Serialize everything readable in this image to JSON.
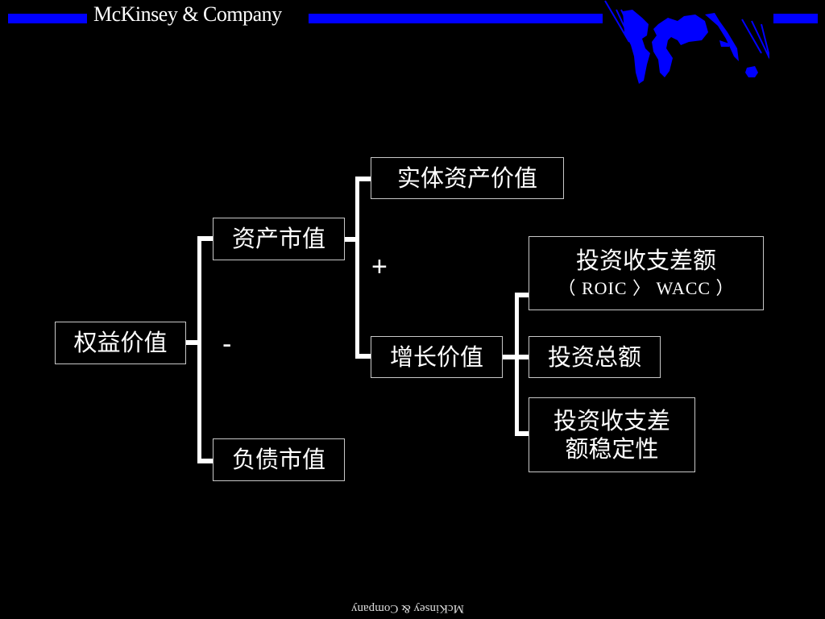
{
  "header": {
    "brand": "McKinsey & Company",
    "brand_color": "#0000ff",
    "map_icon": "world-map-icon"
  },
  "footer": {
    "brand_mirrored": "McKinsey & Company"
  },
  "tree": {
    "root": {
      "label": "权益价值"
    },
    "level1": [
      {
        "label": "资产市值"
      },
      {
        "label": "负债市值"
      }
    ],
    "operator_level1": "-",
    "level2": [
      {
        "label": "实体资产价值"
      },
      {
        "label": "增长价值"
      }
    ],
    "operator_level2": "+",
    "level3": [
      {
        "label": "投资收支差额",
        "sub": "（ ROIC 〉 WACC ）"
      },
      {
        "label": "投资总额"
      },
      {
        "label": "投资收支差额稳定性",
        "line1": "投资收支差",
        "line2": "额稳定性"
      }
    ]
  }
}
